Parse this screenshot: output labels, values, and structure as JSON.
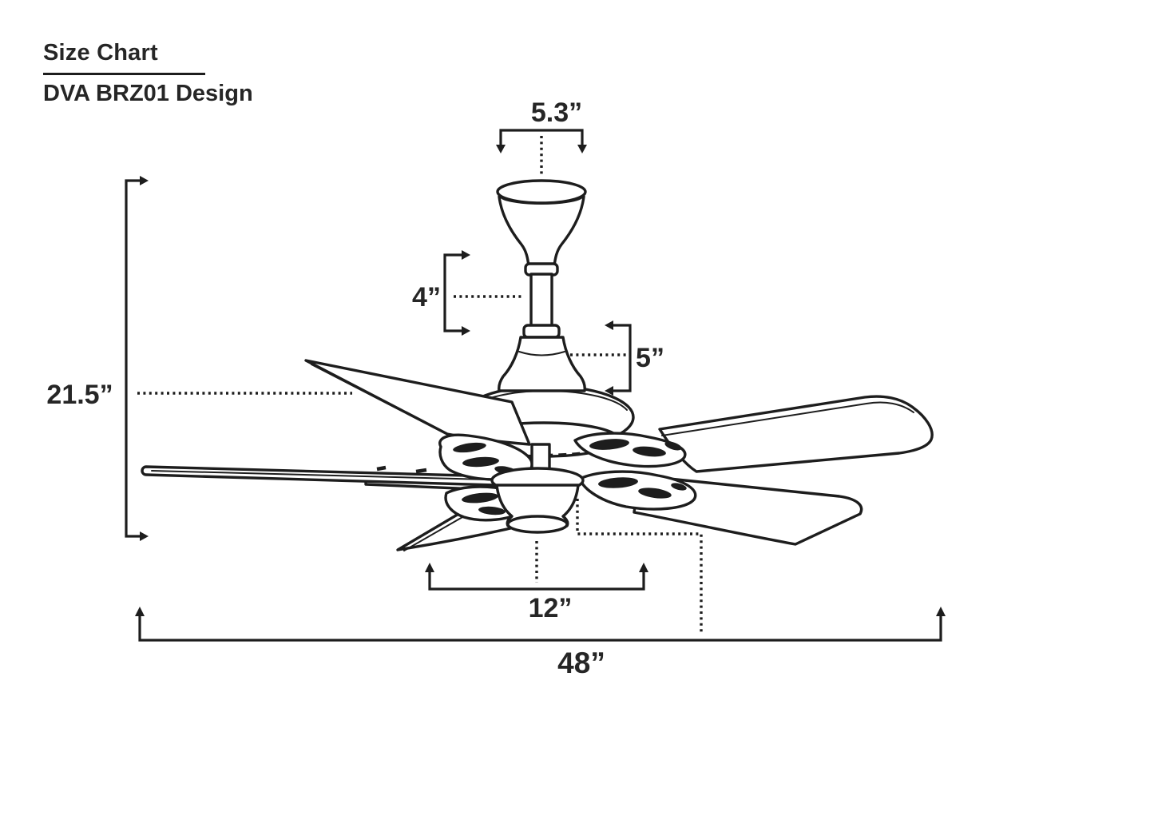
{
  "header": {
    "title": "Size Chart",
    "subtitle": "DVA BRZ01 Design"
  },
  "dimensions": {
    "canopy_width": "5.3”",
    "downrod_length": "4”",
    "motor_height": "5”",
    "overall_height": "21.5”",
    "light_kit_width": "12”",
    "blade_sweep": "48”"
  },
  "colors": {
    "line": "#1d1d1d",
    "text": "#262626",
    "background": "#ffffff"
  }
}
